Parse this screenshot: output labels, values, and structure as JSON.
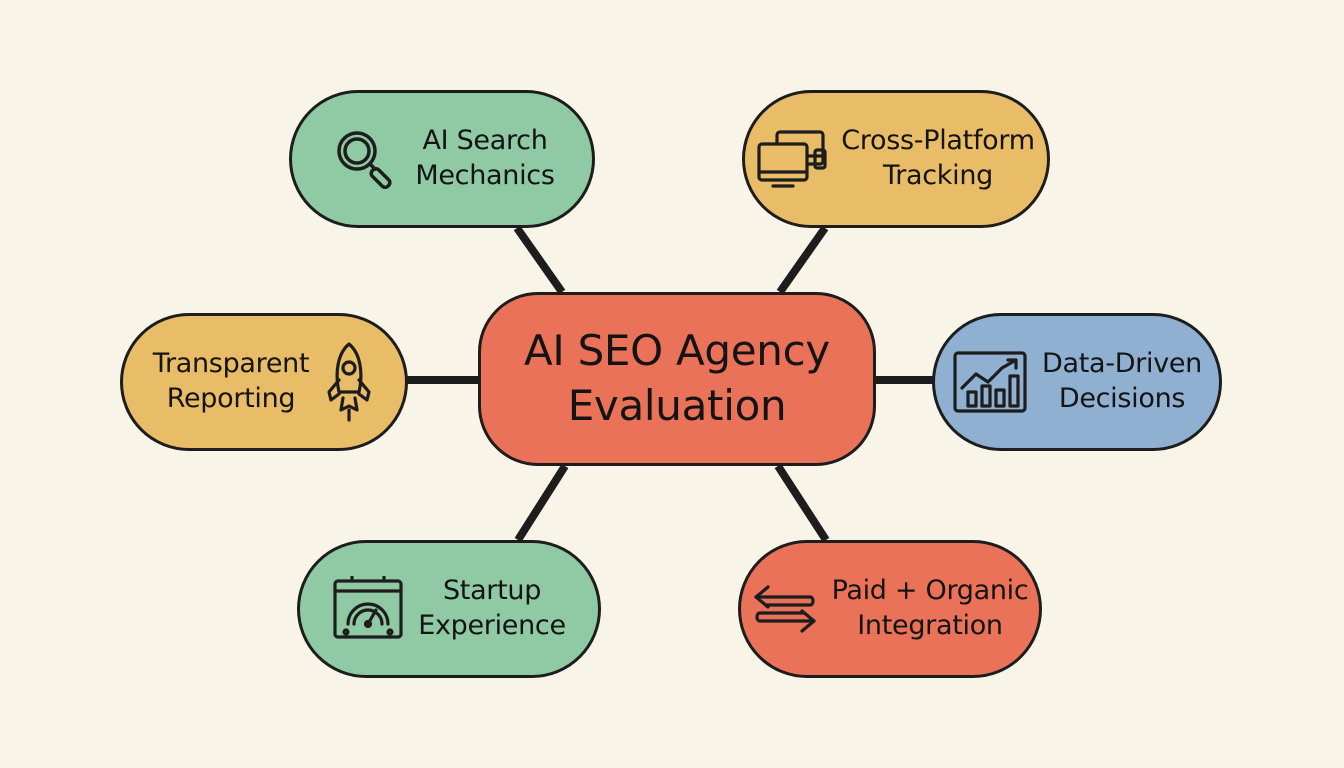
{
  "colors": {
    "background": "#f8f4e8",
    "outline": "#1d1d1d",
    "green": "#8fcaa4",
    "yellow": "#e9bd68",
    "red": "#e97259",
    "blue": "#8fb0d0"
  },
  "center": {
    "lines": [
      "AI SEO Agency",
      "Evaluation"
    ],
    "color": "red"
  },
  "nodes": {
    "ai_search": {
      "lines": [
        "AI Search",
        "Mechanics"
      ],
      "icon": "magnifier-icon",
      "color": "green"
    },
    "cross_platform": {
      "lines": [
        "Cross-Platform",
        "Tracking"
      ],
      "icon": "devices-icon",
      "color": "yellow"
    },
    "transparent": {
      "lines": [
        "Transparent",
        "Reporting"
      ],
      "icon": "rocket-icon",
      "color": "yellow"
    },
    "data_driven": {
      "lines": [
        "Data-Driven",
        "Decisions"
      ],
      "icon": "bar-chart-icon",
      "color": "blue"
    },
    "startup": {
      "lines": [
        "Startup",
        "Experience"
      ],
      "icon": "speedometer-icon",
      "color": "green"
    },
    "paid_organic": {
      "lines": [
        "Paid + Organic",
        "Integration"
      ],
      "icon": "swap-arrows-icon",
      "color": "red"
    }
  }
}
